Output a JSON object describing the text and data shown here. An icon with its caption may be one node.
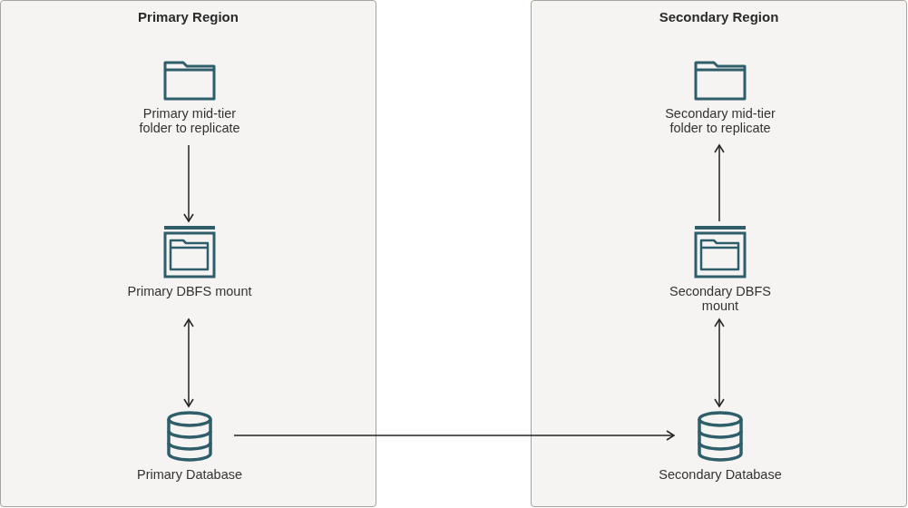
{
  "diagram": {
    "nodes": [
      {
        "text": [
          "Primary Region"
        ]
      },
      {
        "text": [
          "Primary mid-tier folder to replicate"
        ],
        "in": 0
      },
      {
        "text": [
          "Primary DBFS mount"
        ],
        "in": 0
      },
      {
        "text": [
          "Primary Database"
        ],
        "in": 0
      },
      {
        "text": [
          "Secondary Region"
        ]
      },
      {
        "text": [
          "Secondary mid-tier folder to replicate"
        ],
        "in": 4
      },
      {
        "text": [
          "Secondary DBFS mount"
        ],
        "in": 4
      },
      {
        "text": [
          "Secondary Database"
        ],
        "in": 4
      }
    ],
    "edges": [
      {
        "from": 1,
        "to": 2,
        "arrow": "to"
      },
      {
        "from": 2,
        "to": 3,
        "arrow": "both"
      },
      {
        "from": 3,
        "to": 7,
        "arrow": "to"
      },
      {
        "from": 6,
        "to": 5,
        "arrow": "to"
      },
      {
        "from": 6,
        "to": 7,
        "arrow": "both"
      }
    ]
  }
}
